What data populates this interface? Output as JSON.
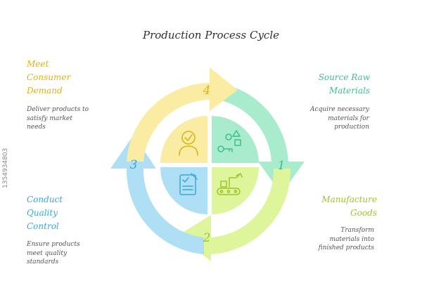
{
  "title": "Production Process Cycle",
  "steps": [
    {
      "number": "1",
      "heading": "Source Raw\nMaterials",
      "description": "Acquire necessary\nmaterials for\nproduction",
      "color": "#a9eccd",
      "icon": "shapes-key-icon"
    },
    {
      "number": "2",
      "heading": "Manufacture\nGoods",
      "description": "Transform\nmaterials into\nfinished products",
      "color": "#def59c",
      "icon": "conveyor-belt-icon"
    },
    {
      "number": "3",
      "heading": "Conduct\nQuality\nControl",
      "description": "Ensure products\nmeet quality\nstandards",
      "color": "#aedff5",
      "icon": "checklist-icon"
    },
    {
      "number": "4",
      "heading": "Meet\nConsumer\nDemand",
      "description": "Deliver products to\nsatisfy market\nneeds",
      "color": "#fbeca3",
      "icon": "person-check-icon"
    }
  ],
  "text_colors": {
    "step1": "#3dbf8a",
    "step2": "#9cc42a",
    "step3": "#3aa6d6",
    "step4": "#d9b41f"
  },
  "stock_id": "1354934803"
}
